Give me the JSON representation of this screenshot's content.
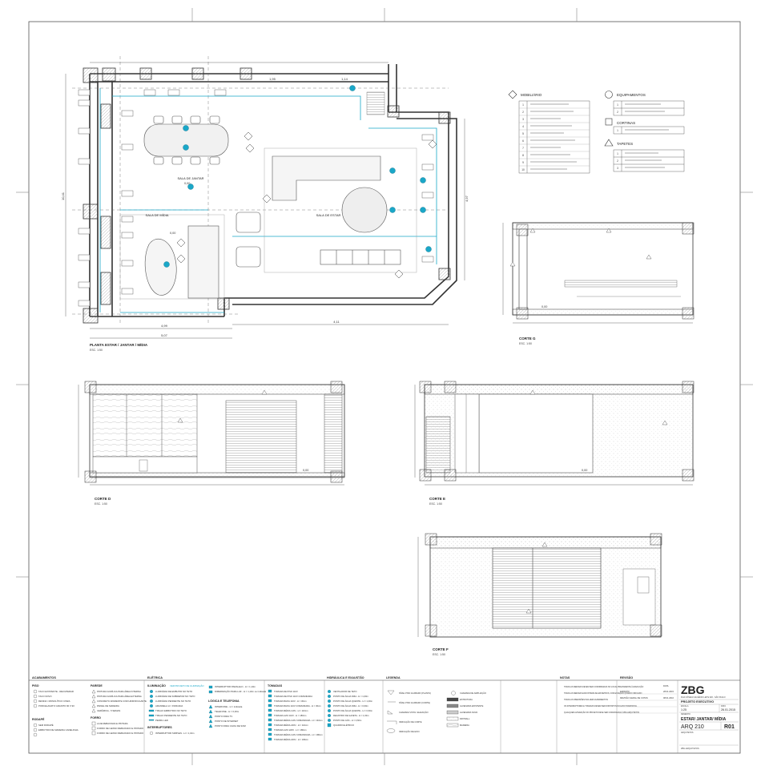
{
  "plan": {
    "title": "PLANTA ESTAR / JANTAR / MÍDIA",
    "scale": "ESC. 1:50",
    "rooms": {
      "jantar": "SALA DE JANTAR",
      "estar": "SALA DE ESTAR",
      "midia": "SALA DE MÍDIA"
    },
    "dims": {
      "bottom_a": "4,99",
      "bottom_b": "5,07",
      "bottom_c": "4,11",
      "right": "4,97",
      "left": "10,41",
      "top_a": "1,95",
      "top_b": "1,14",
      "level_a": "0,00",
      "level_b": "0,00"
    }
  },
  "sections": {
    "corte_g": {
      "title": "CORTE G",
      "scale": "ESC. 1:50",
      "level": "0,00"
    },
    "corte_d": {
      "title": "CORTE D",
      "scale": "ESC. 1:50",
      "level": "0,00"
    },
    "corte_e": {
      "title": "CORTE E",
      "scale": "ESC. 1:50",
      "level": "0,00"
    },
    "corte_f": {
      "title": "CORTE F",
      "scale": "ESC. 1:50"
    }
  },
  "legends": {
    "mobiliario": {
      "title": "MOBILIÁRIO",
      "items": [
        "1",
        "2",
        "3",
        "4",
        "5",
        "6",
        "7",
        "8",
        "9",
        "10"
      ]
    },
    "equipamentos": {
      "title": "EQUIPAMENTOS",
      "items": [
        "1",
        "2"
      ]
    },
    "cortinas": {
      "title": "CORTINAS",
      "items": [
        "1"
      ]
    },
    "tapetes": {
      "title": "TAPETES",
      "items": [
        "1",
        "2",
        "3"
      ]
    }
  },
  "footer": {
    "acabamentos": {
      "title": "ACABAMENTOS",
      "piso": {
        "title": "PISO",
        "items": [
          "TACO EXISTENTE - RECUPERAR",
          "TACO NOVO",
          "RESINA / MONOLÍTICO CINZA",
          "PORCELANATO GRANITO 90 X 90"
        ]
      },
      "rodape": {
        "title": "RODAPÉ",
        "items": [
          "SEM RODAPÉ",
          "EMBUTIDO DE MADEIRA CANELINHA"
        ]
      },
      "parede": {
        "title": "PAREDE",
        "items": [
          "PINTURA ACRÍLICA PARA ÁREA INTERNA",
          "PINTURA ACRÍLICA PARA ÁREA EXTERNA",
          "CONCRETO APARENTE COM HIDROFUGANTE",
          "PAINEL DE MADEIRA",
          "CERÂMICA - 5 SEMAS"
        ]
      },
      "forro": {
        "title": "FORRO",
        "items": [
          "LAJE REBAIXADA E PINTADA",
          "FORRO DE GESSO REBAIXADO E PINTADO",
          "FORRO DE GESSO REBAIXADO E PINTADO"
        ]
      }
    },
    "eletrica": {
      "title": "ELÉTRICA",
      "iluminacao": {
        "title": "ILUMINAÇÃO",
        "note": "VER PROJETO DE ILUMINAÇÃO",
        "items": [
          "LUMINÁRIA DE EMBUTIR NO TETO",
          "LUMINÁRIA DE SOBREPOR NO TETO",
          "LUMINÁRIA PENDENTE NO TETO",
          "ARANDELA H = INDICADA",
          "TRILHO EMBUTIDO NO TETO",
          "TRILHO PENDENTE NO TETO",
          "PERFIL LED"
        ]
      },
      "interruptores": {
        "title": "INTERRUPTORES",
        "items": [
          "INTERRUPTOR SIMPLES - H = 1,10m"
        ]
      },
      "tomadas_extra": [
        "INTERRUPTOR PARALELO - H = 1,10m",
        "DIMERIZAÇÃO PARA LUZ - H = 1,10m ou indicada"
      ],
      "logica": {
        "title": "LÓGICA E TELEFONIA",
        "items": [
          "INTERFONE - H = indicada",
          "TELEFONE - H = 0,30m",
          "PONTO PARA TV",
          "PONTO DE INTERNET",
          "PONTO PARA CAIXA DE SOM"
        ]
      }
    },
    "tomadas": {
      "title": "TOMADAS",
      "items": [
        "TOMADA DE PISO 110V",
        "TOMADA DE PISO 110V COMANDADA",
        "TOMADA BAIXA 110V - H = 30cm",
        "TOMADA BAIXA 110V COMANDADA - H = 30cm",
        "TOMADA MÉDIA 110V - H = 110cm",
        "TOMADA ALTA 110V - H = 180cm",
        "TOMADA MÉDIA 110V COMANDADA - H = 110cm",
        "TOMADA MÉDIA 220V - H = 110cm",
        "TOMADA ALTA 220V - H = 180cm",
        "TOMADA MÉDIA 110V COMANDADA - H = 180cm",
        "TOMADA MÉDIA 220V - H = 180cm"
      ]
    },
    "hidraulica": {
      "title": "HIDRÁULICA E EXAUSTÃO",
      "items": [
        "VENTILADOR DE TETO",
        "PONTO DE ÁGUA FRIA - H = 1,00m",
        "PONTO DE ÁGUA QUENTE - H = 1,00m",
        "PONTO DE ÁGUA FRIA - H = 0,60m",
        "PONTO DE ÁGUA QUENTE - H = 0,60m",
        "REGISTRO DE GAVETA - H = 1,00m",
        "PONTO DE GÁS - H = 0,60m",
        "QUADRO ELÉTRICO"
      ]
    },
    "legenda": {
      "title": "LEGENDA",
      "items": [
        "NÍVEL PISO ACABADO (PLANTA)",
        "NÍVEL PISO ACABADO (CORTE)",
        "CHAMADA VISTA / ELEVAÇÃO",
        "INDICAÇÃO DE CORTE",
        "INDICAÇÃO DE EIXO"
      ],
      "items_b": [
        "CHAMADA DE AMPLIAÇÃO",
        "ESTRUTURA",
        "ALVENARIA EXISTENTE",
        "ALVENARIA NOVA",
        "DRYWALL",
        "MADEIRA"
      ]
    },
    "notas": {
      "title": "NOTAS",
      "items": [
        "TODAS AS MEDIDAS DEVEM SER CONFIRMADAS NO LOCAL PREVIAMENTE À EXECUÇÃO",
        "TODAS AS MEDIDAS ENCONTRAM-SE EM METROS, COM EXCEÇÃO QUANDO INDICADO",
        "TODAS AS DIMENSÕES INCLUEM ACABAMENTOS",
        "OS INTERRUPTORES E TOMADAS DEVEM SER DISPOSTOS NO EIXO HORIZONTAL",
        "QUALQUER ALTERAÇÃO DO PROJETO DEVE SER COMUNICADA À ZBG ARQUITETOS"
      ]
    },
    "revisao": {
      "title": "REVISÃO",
      "rows": [
        {
          "label": "EMISSÃO",
          "value": "28.01.2015"
        },
        {
          "label": "REVISÃO GERAL DE COTAS",
          "value": "08.01.2016"
        }
      ],
      "col_data": "DATA"
    },
    "title_block": {
      "logo": "ZBG",
      "address": "RUA CÓNEGO EUGÊNIO LEITE 920 - SÃO PAULO",
      "phase": "PROJETO EXECUTIVO",
      "scale_label": "ESCALA",
      "scale": "1:25",
      "date_label": "DATA",
      "date": "26.01.2015",
      "drawing_label": "DESENHO",
      "drawing": "ESTAR/ JANTAR/ MÍDIA",
      "code": "ARQ 210",
      "rev": "R01",
      "team": "ARQUITETOS",
      "footer_line": "ZBG ARQUITETOS"
    }
  }
}
